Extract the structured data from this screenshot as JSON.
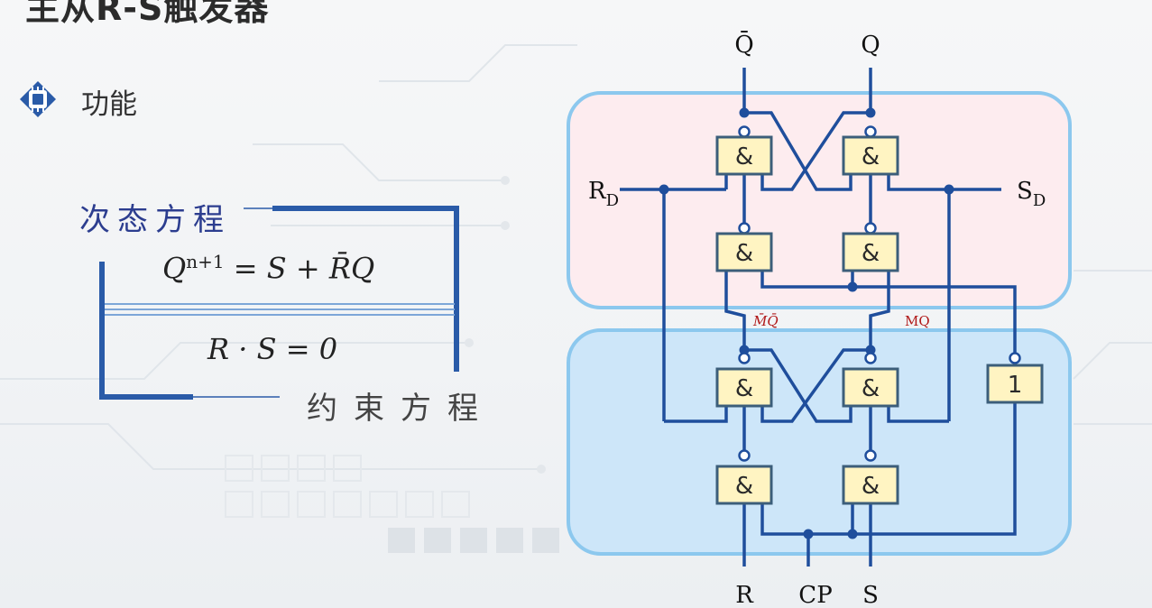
{
  "slide": {
    "title": "主从R-S触发器",
    "section_label": "功能",
    "next_state_label": "次态方程",
    "constraint_label": "约束方程",
    "formula_next": {
      "lhs_base": "Q",
      "lhs_sup": "n+1",
      "rhs": " = S + R̄Q"
    },
    "formula_constraint": "R · S = 0"
  },
  "circuit": {
    "gate_and": "&",
    "gate_or": "1",
    "pins": {
      "q_bar": "Q̄",
      "q": "Q",
      "rd": "R",
      "rd_sub": "D",
      "sd": "S",
      "sd_sub": "D",
      "r": "R",
      "cp": "CP",
      "s": "S"
    },
    "signals": {
      "mq_bar": "M̄Q̄",
      "mq": "MQ"
    },
    "colors": {
      "wire": "#1f4e9c",
      "slave_box": "#fdecef",
      "master_box": "#cde6f9",
      "box_border": "#8cc8ee",
      "gate_fill": "#fff4c2",
      "gate_border": "#3c5e7a"
    }
  }
}
